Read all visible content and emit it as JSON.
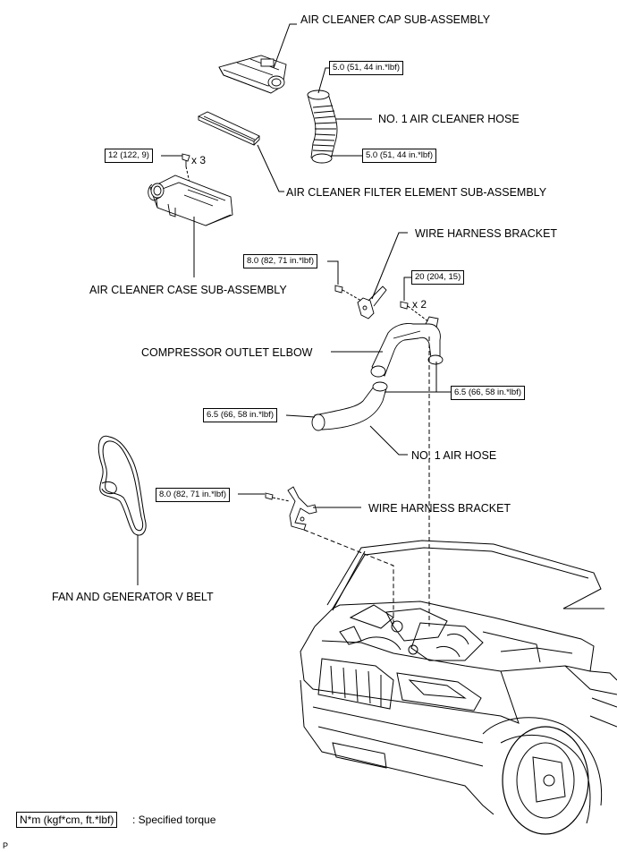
{
  "labels": {
    "air_cleaner_cap": "AIR CLEANER CAP SUB-ASSEMBLY",
    "no1_air_cleaner_hose": "NO. 1 AIR CLEANER HOSE",
    "air_cleaner_filter": "AIR CLEANER FILTER ELEMENT SUB-ASSEMBLY",
    "air_cleaner_case": "AIR CLEANER CASE SUB-ASSEMBLY",
    "wire_harness_bracket_1": "WIRE HARNESS BRACKET",
    "compressor_outlet_elbow": "COMPRESSOR OUTLET ELBOW",
    "no1_air_hose": "NO. 1 AIR HOSE",
    "wire_harness_bracket_2": "WIRE HARNESS BRACKET",
    "fan_generator_belt": "FAN AND GENERATOR V BELT"
  },
  "torques": {
    "hose_top": "5.0 (51, 44 in.*lbf)",
    "hose_bottom": "5.0 (51, 44 in.*lbf)",
    "case_bolts": "12 (122, 9)",
    "bracket1_bolt": "8.0 (82, 71 in.*lbf)",
    "elbow_bolts": "20 (204, 15)",
    "elbow_clamp": "6.5 (66, 58 in.*lbf)",
    "air_hose_clamp": "6.5 (66, 58 in.*lbf)",
    "bracket2_bolt": "8.0 (82, 71 in.*lbf)"
  },
  "quantities": {
    "case_bolts": "x 3",
    "elbow_bolts": "x 2"
  },
  "legend": {
    "box": "N*m (kgf*cm, ft.*lbf)",
    "text": ": Specified torque"
  },
  "corner_mark": "P"
}
